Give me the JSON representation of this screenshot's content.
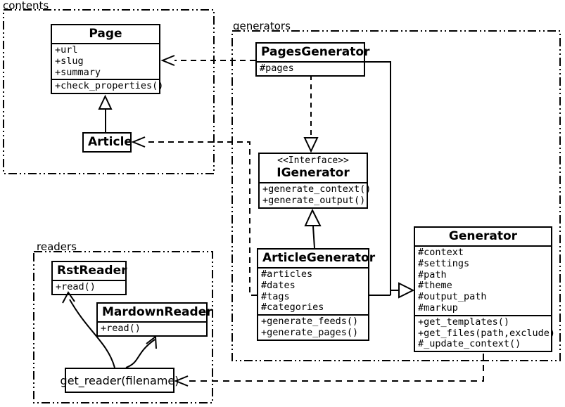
{
  "diagram": {
    "title": "UML class diagram",
    "colors": {
      "line": "#000000",
      "background": "#ffffff"
    },
    "packages": [
      {
        "id": "contents",
        "label": "contents"
      },
      {
        "id": "generators",
        "label": "generators"
      },
      {
        "id": "readers",
        "label": "readers"
      }
    ],
    "classes": {
      "page": {
        "title": "Page",
        "attributes": [
          "+url",
          "+slug",
          "+summary"
        ],
        "methods": [
          "+check_properties()"
        ]
      },
      "article": {
        "title": "Article"
      },
      "pages_generator": {
        "title": "PagesGenerator",
        "attributes": [
          "#pages"
        ]
      },
      "igenerator": {
        "stereotype": "<<Interface>>",
        "title": "IGenerator",
        "methods": [
          "+generate_context()",
          "+generate_output()"
        ]
      },
      "article_generator": {
        "title": "ArticleGenerator",
        "attributes": [
          "#articles",
          "#dates",
          "#tags",
          "#categories"
        ],
        "methods": [
          "+generate_feeds()",
          "+generate_pages()"
        ]
      },
      "generator": {
        "title": "Generator",
        "attributes": [
          "#context",
          "#settings",
          "#path",
          "#theme",
          "#output_path",
          "#markup"
        ],
        "methods": [
          "+get_templates()",
          "+get_files(path,exclude)",
          "#_update_context()"
        ]
      },
      "rst_reader": {
        "title": "RstReader",
        "methods": [
          "+read()"
        ]
      },
      "mardown_reader": {
        "title": "MardownReader",
        "methods": [
          "+read()"
        ]
      },
      "get_reader": {
        "title": "get_reader(filename)"
      }
    },
    "relationships": [
      {
        "from": "Article",
        "to": "Page",
        "type": "generalization"
      },
      {
        "from": "PagesGenerator",
        "to": "Page",
        "type": "dependency"
      },
      {
        "from": "ArticleGenerator",
        "to": "Article",
        "type": "dependency"
      },
      {
        "from": "PagesGenerator",
        "to": "IGenerator",
        "type": "realization"
      },
      {
        "from": "ArticleGenerator",
        "to": "IGenerator",
        "type": "generalization"
      },
      {
        "from": "PagesGenerator",
        "to": "Generator",
        "type": "generalization"
      },
      {
        "from": "ArticleGenerator",
        "to": "Generator",
        "type": "generalization"
      },
      {
        "from": "Generator",
        "to": "get_reader(filename)",
        "type": "dependency"
      },
      {
        "from": "get_reader(filename)",
        "to": "RstReader",
        "type": "call-arrow"
      },
      {
        "from": "get_reader(filename)",
        "to": "MardownReader",
        "type": "call-arrow"
      }
    ]
  }
}
